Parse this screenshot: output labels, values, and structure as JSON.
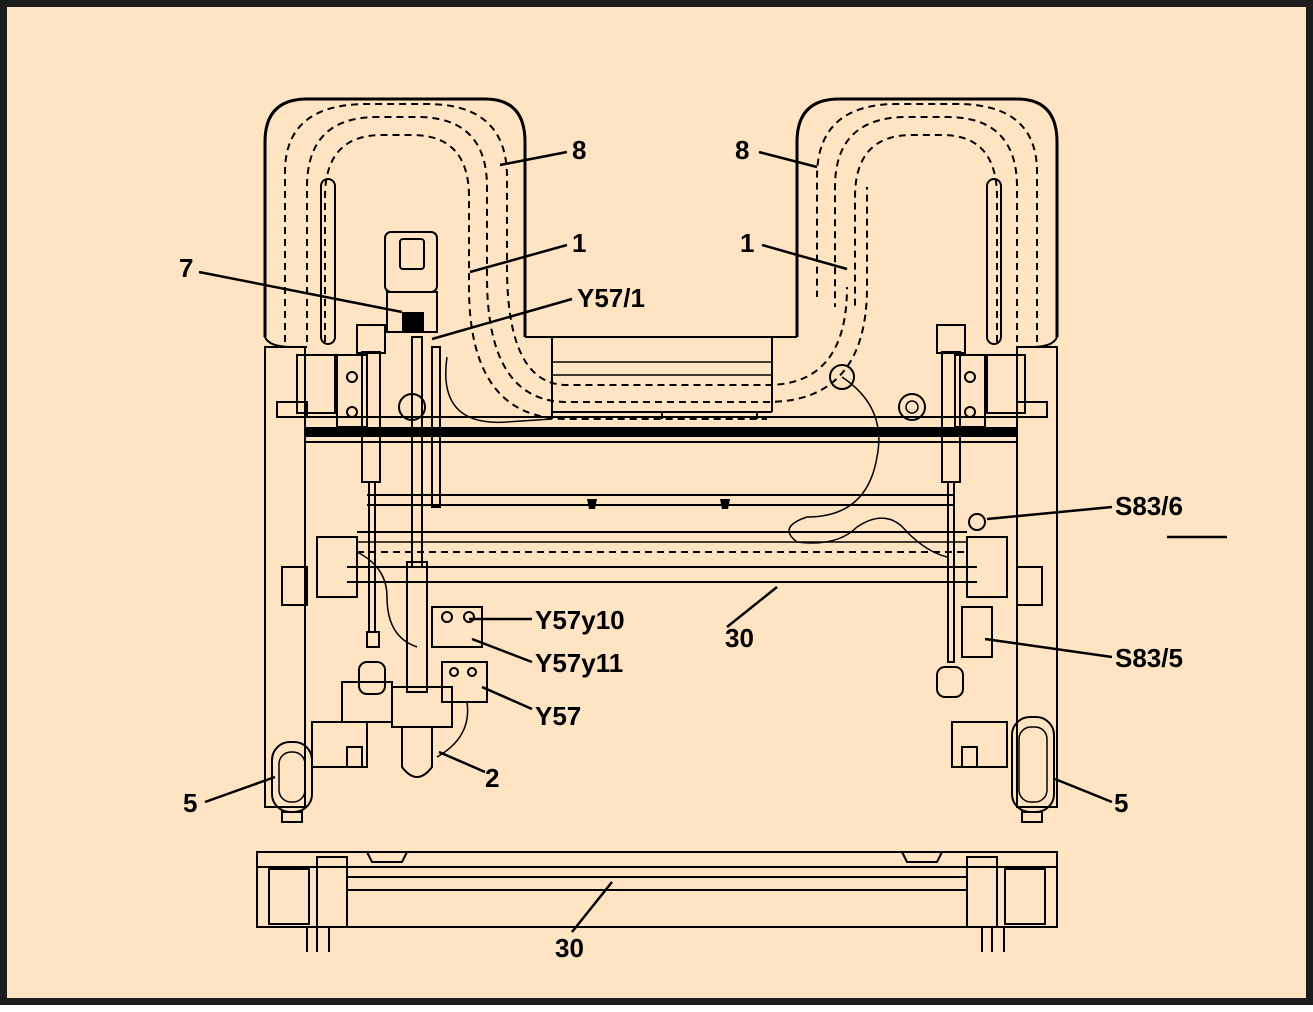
{
  "callouts": {
    "c8_left": "8",
    "c8_right": "8",
    "c1_left": "1",
    "c1_right": "1",
    "c7": "7",
    "y57_1": "Y57/1",
    "s83_6": "S83/6",
    "y57y10": "Y57y10",
    "y57y11": "Y57y11",
    "y57": "Y57",
    "s83_5": "S83/5",
    "c30_upper": "30",
    "c2": "2",
    "c5_left": "5",
    "c5_right": "5",
    "c30_lower": "30"
  },
  "colors": {
    "background": "#ffe4c4",
    "frame": "#1c1c1c",
    "ink": "#000000"
  }
}
